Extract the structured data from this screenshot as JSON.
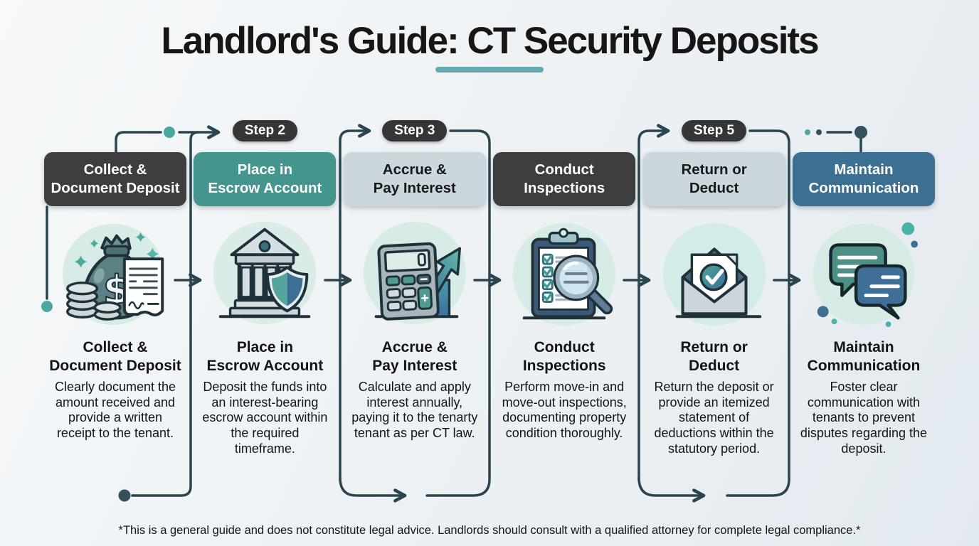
{
  "title": "Landlord's Guide: CT Security Deposits",
  "footer": "*This is a general guide and does not constitute legal advice. Landlords should consult with a qualified attorney for complete legal compliance.*",
  "colors": {
    "page_bg": "#eef2f5",
    "title_text": "#161616",
    "title_underline": "#64a9b2",
    "box_dark": "#3e3e40",
    "box_teal": "#44958e",
    "box_light": "#ccd7dd",
    "box_blue": "#3b7092",
    "box_light_text": "#17181a",
    "badge_bg": "#353537",
    "badge_text": "#ffffff",
    "connector": "#2b4550",
    "dot_teal": "#4aa7a2",
    "dot_dark": "#33505c",
    "icon_circle_bg": "#d7ece6",
    "body_text": "#121417"
  },
  "steps": [
    {
      "badge": "",
      "style": "dark",
      "header_line1": "Collect &",
      "header_line2": "Document Deposit",
      "icon": "money-bag-icon",
      "description": "Clearly document the amount received and provide a written receipt to the tenant."
    },
    {
      "badge": "Step 2",
      "style": "teal",
      "header_line1": "Place in",
      "header_line2": "Escrow Account",
      "icon": "bank-icon",
      "description": "Deposit the funds into an interest-bearing escrow account within the required timeframe."
    },
    {
      "badge": "Step 3",
      "style": "light",
      "header_line1": "Accrue &",
      "header_line2": "Pay Interest",
      "icon": "calculator-icon",
      "description": "Calculate and apply interest annually, paying it to the tenarty tenant as per CT law."
    },
    {
      "badge": "",
      "style": "dark",
      "header_line1": "Conduct",
      "header_line2": "Inspections",
      "icon": "clipboard-icon",
      "description": "Perform move-in and move-out inspections, documenting property condition thoroughly."
    },
    {
      "badge": "Step 5",
      "style": "light",
      "header_line1": "Return or",
      "header_line2": "Deduct",
      "icon": "envelope-icon",
      "description": "Return the deposit or provide an itemized statement of deductions within the statutory period."
    },
    {
      "badge": "",
      "style": "blue",
      "header_line1": "Maintain",
      "header_line2": "Communication",
      "icon": "chat-icon",
      "description": "Foster clear communication with tenants to prevent disputes regarding the deposit."
    }
  ]
}
